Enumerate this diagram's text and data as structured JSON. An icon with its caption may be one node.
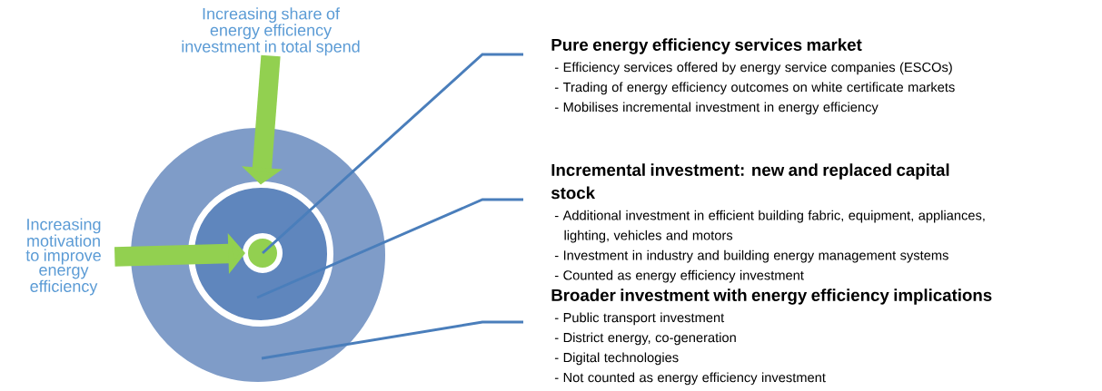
{
  "diagram": {
    "nodes": [
      {
        "text": [],
        "shape": "circle"
      },
      {
        "text": [],
        "shape": "circle",
        "in": 0
      },
      {
        "text": [],
        "shape": "circle",
        "in": 1
      },
      {
        "text": [
          "Increasing share of energy efficiency investment in total spend"
        ]
      },
      {
        "text": [
          "Increasing motivation to improve energy efficiency"
        ]
      },
      {
        "text": [
          "Pure energy efficiency services market",
          "- Efficiency services offered by energy service companies (ESCOs)",
          "- Trading of energy efficiency outcomes on white certificate markets",
          "- Mobilises incremental investment in energy efficiency"
        ]
      },
      {
        "text": [
          "Incremental investment: new and replaced capital stock",
          "- Additional investment in efficient building fabric, equipment, appliances, lighting, vehicles and motors",
          "- Investment in industry and building energy management systems",
          "- Counted as energy efficiency investment"
        ]
      },
      {
        "text": [
          "Broader investment with energy efficiency implications",
          "- Public transport investment",
          "- District energy, co-generation",
          "- Digital technologies",
          "- Not counted as energy efficiency investment"
        ]
      }
    ],
    "edges": [
      {
        "from": 3,
        "to": 1,
        "arrow": "to",
        "style": "thick",
        "color": "#92d050"
      },
      {
        "from": 4,
        "to": 2,
        "arrow": "to",
        "style": "thick",
        "color": "#92d050"
      },
      {
        "from": 5,
        "to": 2,
        "arrow": "none"
      },
      {
        "from": 6,
        "to": 1,
        "arrow": "none"
      },
      {
        "from": 7,
        "to": 0,
        "arrow": "none"
      }
    ]
  }
}
